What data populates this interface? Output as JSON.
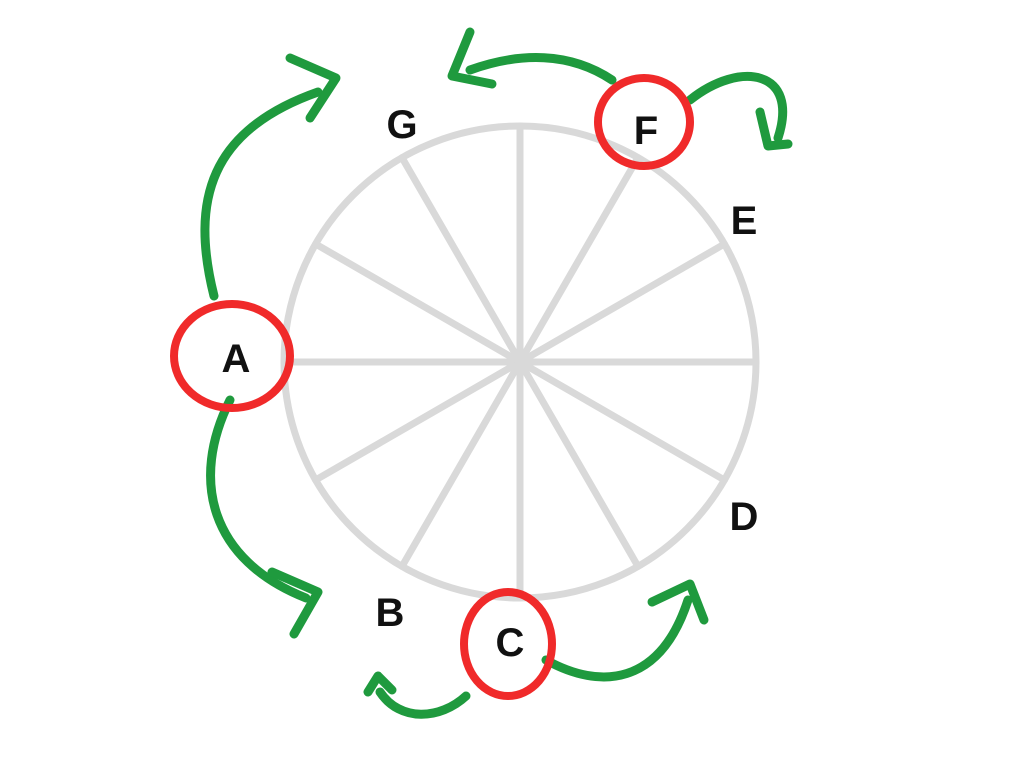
{
  "diagram": {
    "nodes": [
      {
        "id": "A",
        "label": "A",
        "highlighted": true
      },
      {
        "id": "B",
        "label": "B",
        "highlighted": false
      },
      {
        "id": "C",
        "label": "C",
        "highlighted": true
      },
      {
        "id": "D",
        "label": "D",
        "highlighted": false
      },
      {
        "id": "E",
        "label": "E",
        "highlighted": false
      },
      {
        "id": "F",
        "label": "F",
        "highlighted": true
      },
      {
        "id": "G",
        "label": "G",
        "highlighted": false
      }
    ],
    "edges": [
      {
        "from": "A",
        "to": "G"
      },
      {
        "from": "A",
        "to": "B"
      },
      {
        "from": "C",
        "to": "B"
      },
      {
        "from": "C",
        "to": "D"
      },
      {
        "from": "F",
        "to": "G"
      },
      {
        "from": "F",
        "to": "E"
      }
    ],
    "wheel": {
      "spokes": 12
    },
    "colors": {
      "arrow": "#1f9a3e",
      "highlight": "#f02a2a",
      "wheel": "#d9d9d9",
      "label": "#111111"
    }
  }
}
